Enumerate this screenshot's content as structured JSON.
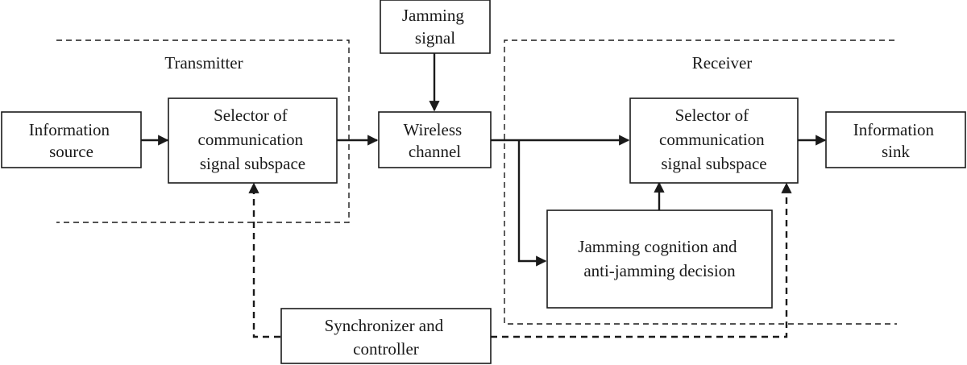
{
  "regions": {
    "transmitter": "Transmitter",
    "receiver": "Receiver"
  },
  "blocks": {
    "information_source": [
      "Information",
      "source"
    ],
    "tx_selector": [
      "Selector of",
      "communication",
      "signal subspace"
    ],
    "jamming_signal": [
      "Jamming",
      "signal"
    ],
    "wireless_channel": [
      "Wireless",
      "channel"
    ],
    "rx_selector": [
      "Selector of",
      "communication",
      "signal subspace"
    ],
    "information_sink": [
      "Information",
      "sink"
    ],
    "jamming_cognition": [
      "Jamming cognition and",
      "anti-jamming decision"
    ],
    "synchronizer": [
      "Synchronizer and",
      "controller"
    ]
  }
}
